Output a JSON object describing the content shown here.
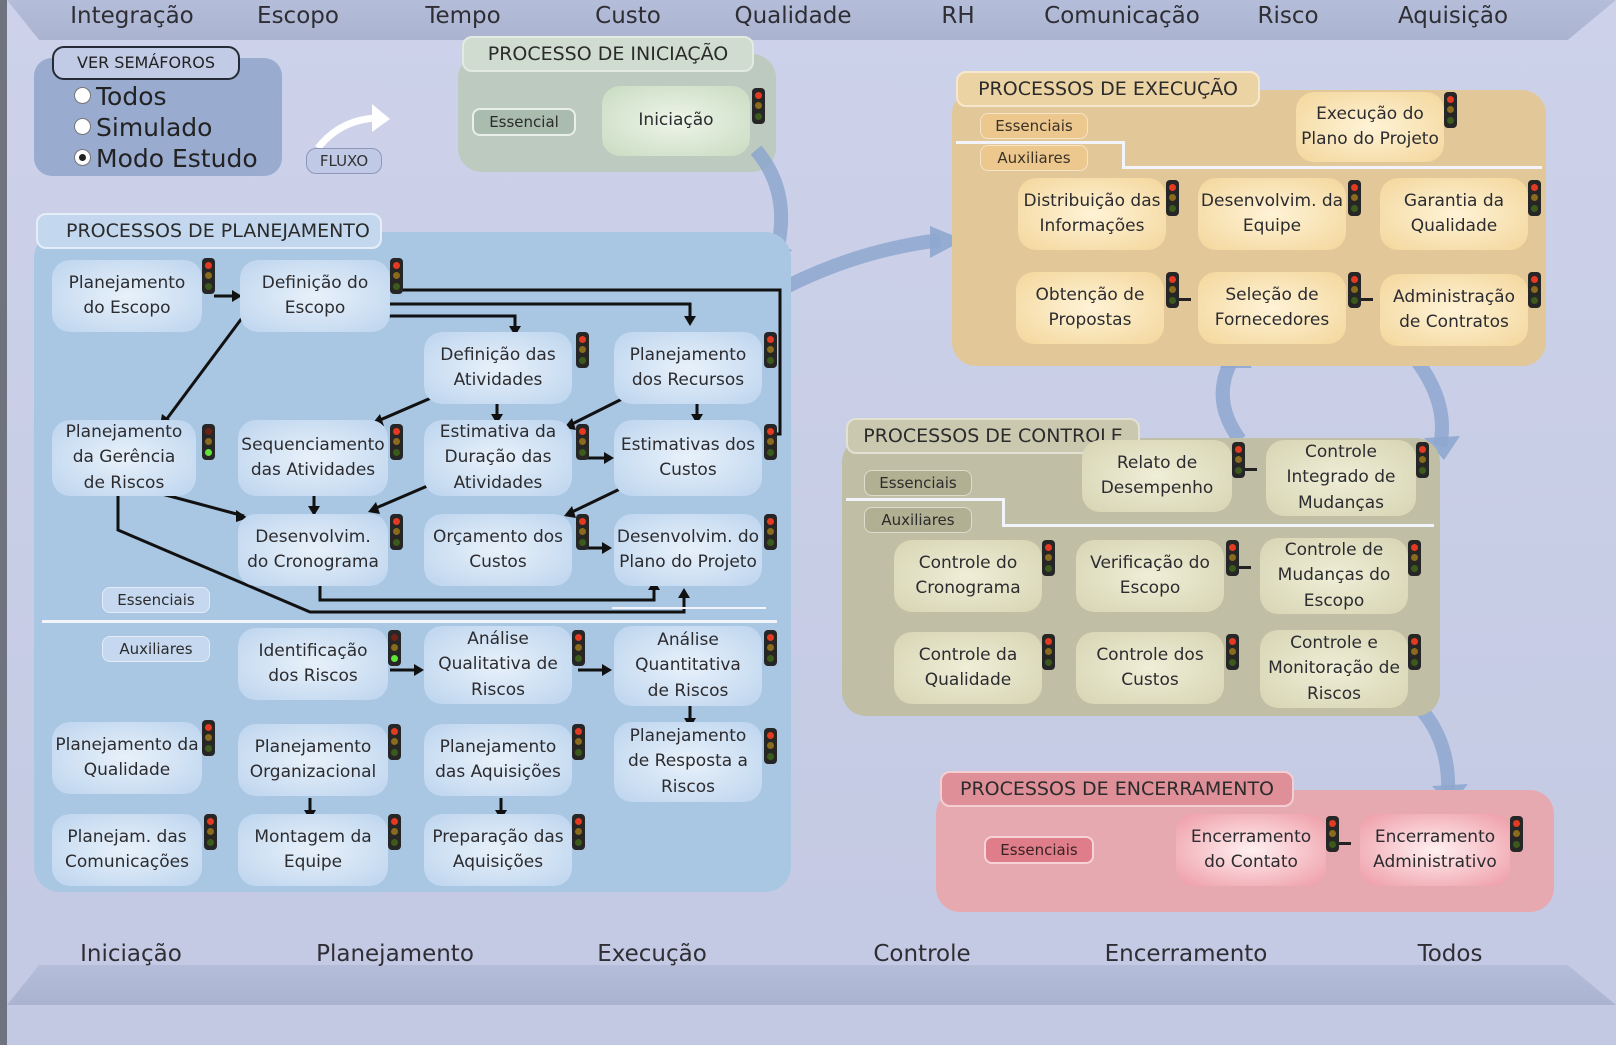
{
  "top_nav": [
    "Integração",
    "Escopo",
    "Tempo",
    "Custo",
    "Qualidade",
    "RH",
    "Comunicação",
    "Risco",
    "Aquisição"
  ],
  "bottom_nav": [
    "Iniciação",
    "Planejamento",
    "Execução",
    "Controle",
    "Encerramento",
    "Todos"
  ],
  "controls": {
    "semaforos_button": "VER SEMÁFOROS",
    "options": [
      "Todos",
      "Simulado",
      "Modo Estudo"
    ],
    "selected": "Modo Estudo",
    "fluxo": "FLUXO"
  },
  "iniciacao": {
    "title": "PROCESSO DE INICIAÇÃO",
    "tag": "Essencial",
    "nodes": [
      "Iniciação"
    ]
  },
  "planejamento": {
    "title": "PROCESSOS DE PLANEJAMENTO",
    "tag_essenciais": "Essenciais",
    "tag_auxiliares": "Auxiliares",
    "nodes": [
      "Planejamento\ndo Escopo",
      "Definição do\nEscopo",
      "Definição das\nAtividades",
      "Planejamento\ndos Recursos",
      "Planejamento\nda Gerência\nde Riscos",
      "Sequenciamento\ndas Atividades",
      "Estimativa da\nDuração das\nAtividades",
      "Estimativas dos\nCustos",
      "Desenvolvim.\ndo Cronograma",
      "Orçamento dos\nCustos",
      "Desenvolvim. do\nPlano do Projeto",
      "Identificação\ndos Riscos",
      "Análise\nQualitativa de\nRiscos",
      "Análise\nQuantitativa\nde Riscos",
      "Planejamento da\nQualidade",
      "Planejamento\nOrganizacional",
      "Planejamento\ndas Aquisições",
      "Planejamento\nde Resposta a\nRiscos",
      "Planejam. das\nComunicações",
      "Montagem da\nEquipe",
      "Preparação das\nAquisições"
    ]
  },
  "execucao": {
    "title": "PROCESSOS DE EXECUÇÃO",
    "tag_essenciais": "Essenciais",
    "tag_auxiliares": "Auxiliares",
    "nodes": [
      "Execução do\nPlano do Projeto",
      "Distribuição das\nInformações",
      "Desenvolvim. da\nEquipe",
      "Garantia da\nQualidade",
      "Obtenção de\nPropostas",
      "Seleção de\nFornecedores",
      "Administração\nde Contratos"
    ]
  },
  "controle": {
    "title": "PROCESSOS DE CONTROLE",
    "tag_essenciais": "Essenciais",
    "tag_auxiliares": "Auxiliares",
    "nodes": [
      "Relato de\nDesempenho",
      "Controle\nIntegrado de\nMudanças",
      "Controle do\nCronograma",
      "Verificação do\nEscopo",
      "Controle de\nMudanças do\nEscopo",
      "Controle da\nQualidade",
      "Controle dos\nCustos",
      "Controle e\nMonitoração de\nRiscos"
    ]
  },
  "encerramento": {
    "title": "PROCESSOS DE ENCERRAMENTO",
    "tag": "Essenciais",
    "nodes": [
      "Encerramento\ndo Contato",
      "Encerramento\nAdministrativo"
    ]
  },
  "colors": {
    "planejamento_zone": "#a9c6e3",
    "execucao_zone": "#e2c898",
    "controle_zone": "#c0bfa6",
    "encerramento_zone": "#e7a9b0",
    "iniciacao_zone": "#bccabf",
    "flow_arrow": "#8ea7cf"
  }
}
